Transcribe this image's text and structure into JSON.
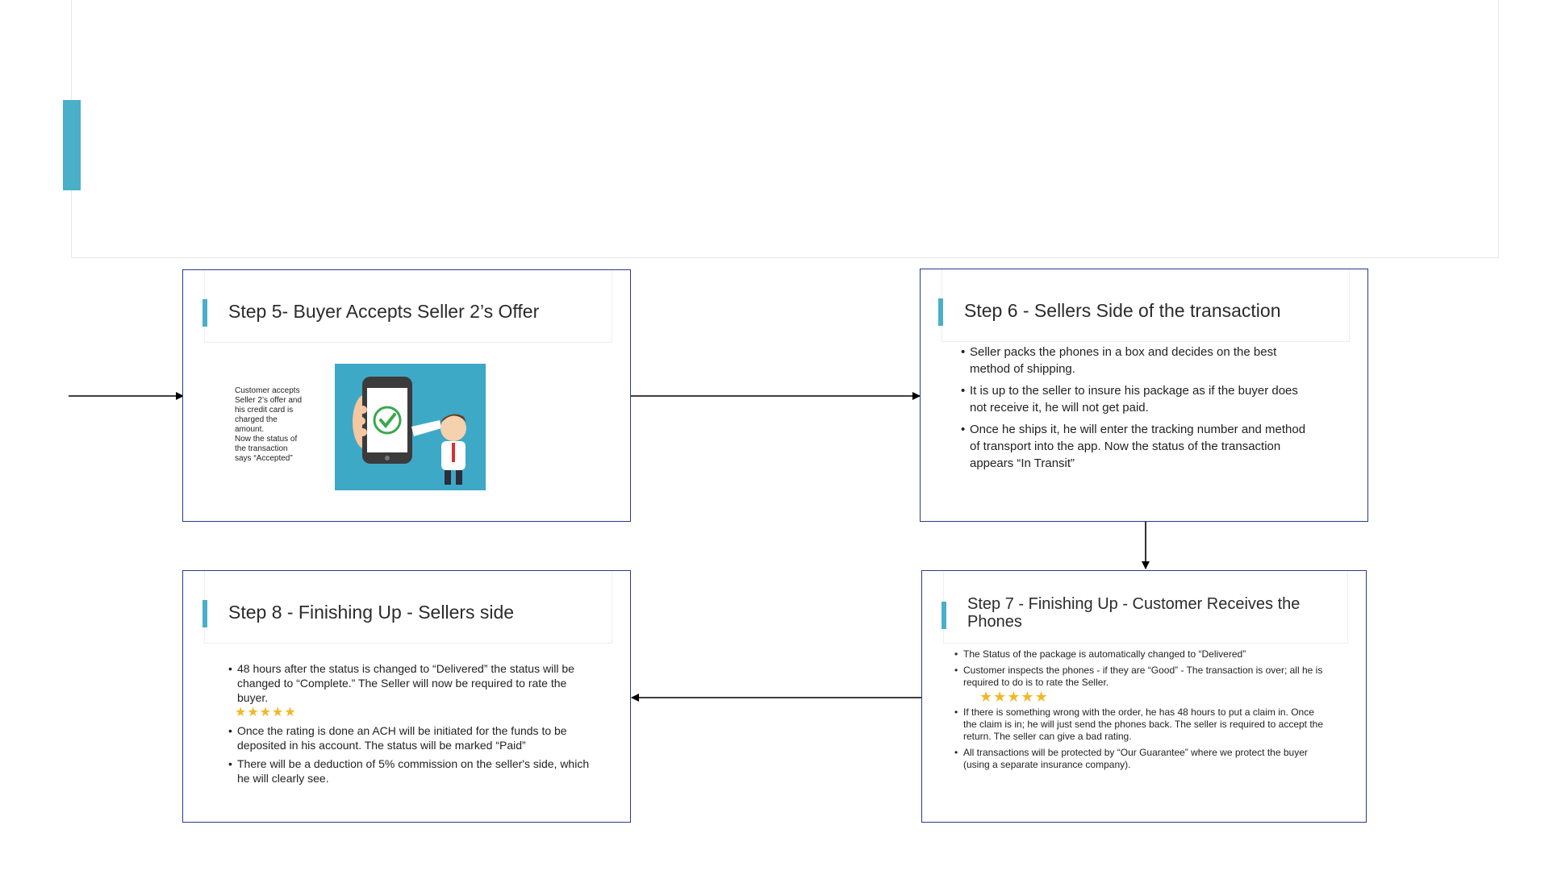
{
  "slides": {
    "step5": {
      "title": "Step 5- Buyer Accepts Seller 2’s Offer",
      "note_lines": [
        "Customer accepts",
        "Seller 2’s offer and",
        "his credit card is",
        "charged the",
        "amount.",
        "Now the status of",
        "the transaction",
        "says “Accepted”"
      ],
      "image_icon": "phone-checkmark-businessman-illustration"
    },
    "step6": {
      "title": "Step 6 - Sellers Side of the transaction",
      "bullets": [
        "Seller packs the phones in a box and decides on the best method of shipping.",
        "It is up to the seller to insure his package as if the buyer does not receive it, he will not get paid.",
        "Once he ships it, he will enter the tracking number and method of transport into the app.  Now the status of the transaction appears “In Transit”"
      ]
    },
    "step7": {
      "title": "Step 7 - Finishing Up - Customer Receives the Phones",
      "bullets": [
        "The Status of the package is automatically changed to “Delivered”",
        "Customer inspects the phones - if they are “Good” - The transaction is over; all he is required to do is to rate the Seller.",
        "If there is something wrong with the order, he has 48 hours to put a claim in. Once the claim is in; he will just send the phones back. The seller is required to accept the return. The seller can give a bad rating.",
        "All transactions will be protected by “Our Guarantee”  where we protect the buyer (using a separate insurance company)."
      ],
      "stars": "★★★★★"
    },
    "step8": {
      "title": "Step 8 - Finishing Up  - Sellers side",
      "bullets": [
        "48 hours after the status is changed to “Delivered”  the status will be changed to “Complete.” The Seller will now be required to rate the buyer.",
        "Once the rating is done an ACH will be initiated for the funds to be deposited in his account. The status will be marked “Paid”",
        "There will be a deduction of 5% commission on the seller's side, which he will clearly see."
      ],
      "stars": "★★★★★"
    }
  },
  "colors": {
    "accent": "#4aafc9",
    "slide_border": "#283a8f",
    "stars": "#f2b824",
    "image_background": "#3ea8c7"
  }
}
